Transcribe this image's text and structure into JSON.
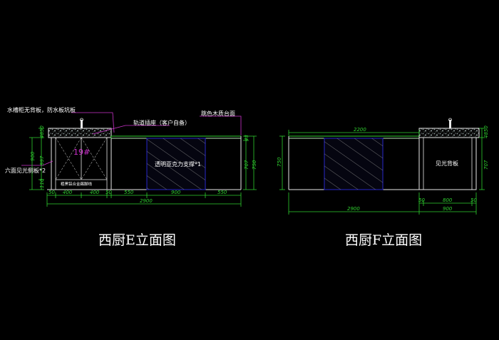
{
  "elevation_e": {
    "title": "西厨E立面图",
    "annotations": {
      "sink_cabinet": "水槽柜无背板，防水板坑板",
      "track_socket": "轨道插座（客户自备）",
      "countertop": "跳色木质台面",
      "side_panel": "六面见光侧板*2",
      "acrylic_support": "透明亚克力支撑*1",
      "dishwasher": "粗黑铝合金踢脚线",
      "cabinet_number": "19#"
    },
    "dims_bottom": [
      "50",
      "400",
      "400",
      "50",
      "550",
      "900",
      "550"
    ],
    "dim_total": "2900",
    "dims_left": [
      "4850",
      "900",
      "997",
      "110"
    ],
    "dims_right": [
      "43",
      "707",
      "750"
    ]
  },
  "elevation_f": {
    "title": "西厨F立面图",
    "annotations": {
      "back_panel": "见光背板"
    },
    "dim_top": "2200",
    "dims_bottom": [
      "50",
      "800",
      "50"
    ],
    "dim_sub_total": "900",
    "dim_total": "2900",
    "dims_left": [
      "750"
    ],
    "dims_right": [
      "4850",
      "707"
    ]
  },
  "colors": {
    "dimension": "#2fd02f",
    "outline": "#e8e8e8",
    "panel": "#2222aa",
    "leader": "#cc33cc",
    "number": "#d030d0"
  }
}
